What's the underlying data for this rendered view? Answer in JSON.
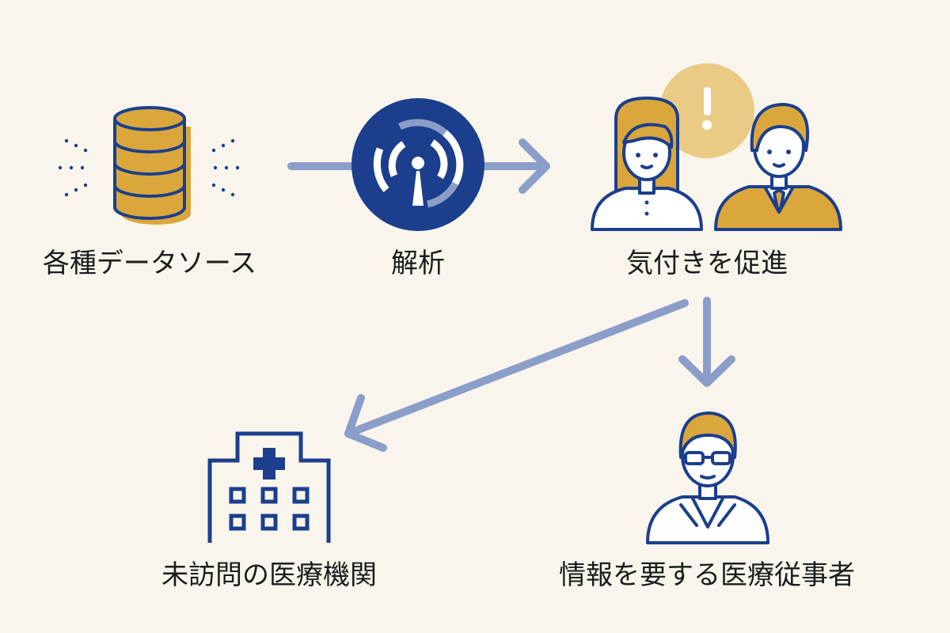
{
  "labels": {
    "data_sources": "各種データソース",
    "analysis": "解析",
    "awareness": "気付きを促進",
    "unvisited": "未訪問の医療機関",
    "professionals": "情報を要する医療従事者"
  },
  "colors": {
    "background": "#f9f5ec",
    "navy": "#1b3f8c",
    "gold": "#dba73c",
    "pale_gold": "#eacb85",
    "arrow": "#8a9ec9",
    "white": "#ffffff",
    "text": "#1c1c1c"
  }
}
